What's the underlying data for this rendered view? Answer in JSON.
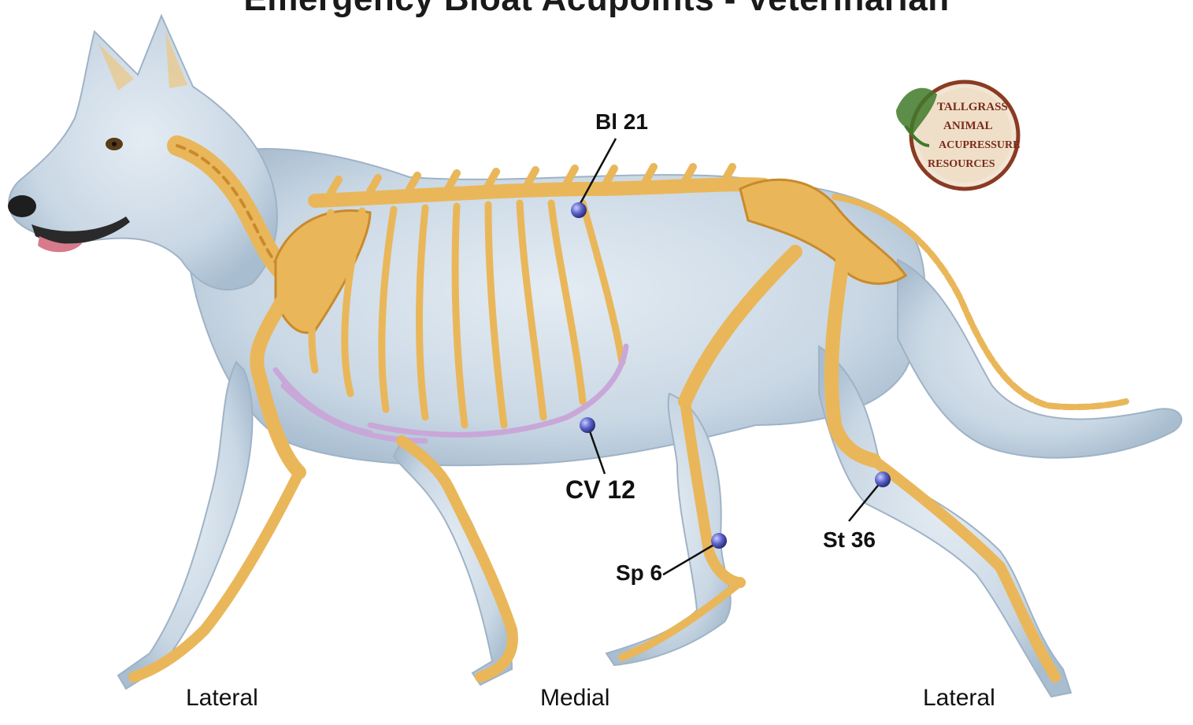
{
  "title": "Emergency Bloat Acupoints - Veterinarian",
  "acupoints": [
    {
      "id": "bl21",
      "label": "Bl 21"
    },
    {
      "id": "cv12",
      "label": "CV 12"
    },
    {
      "id": "sp6",
      "label": "Sp 6"
    },
    {
      "id": "st36",
      "label": "St 36"
    }
  ],
  "views": {
    "left": "Lateral",
    "middle": "Medial",
    "right": "Lateral"
  },
  "logo": {
    "lines": [
      "TALLGRASS",
      "ANIMAL",
      "ACUPRESSURE",
      "RESOURCES"
    ]
  },
  "colors": {
    "fur": "#cfdbe6",
    "fur_shadow": "#a9bccf",
    "bone": "#e9b75a",
    "bone_dark": "#c98a2c",
    "rib_lower": "#c9a7d9",
    "acupoint": "#5b63c9",
    "logo_ring": "#8a3b22"
  }
}
